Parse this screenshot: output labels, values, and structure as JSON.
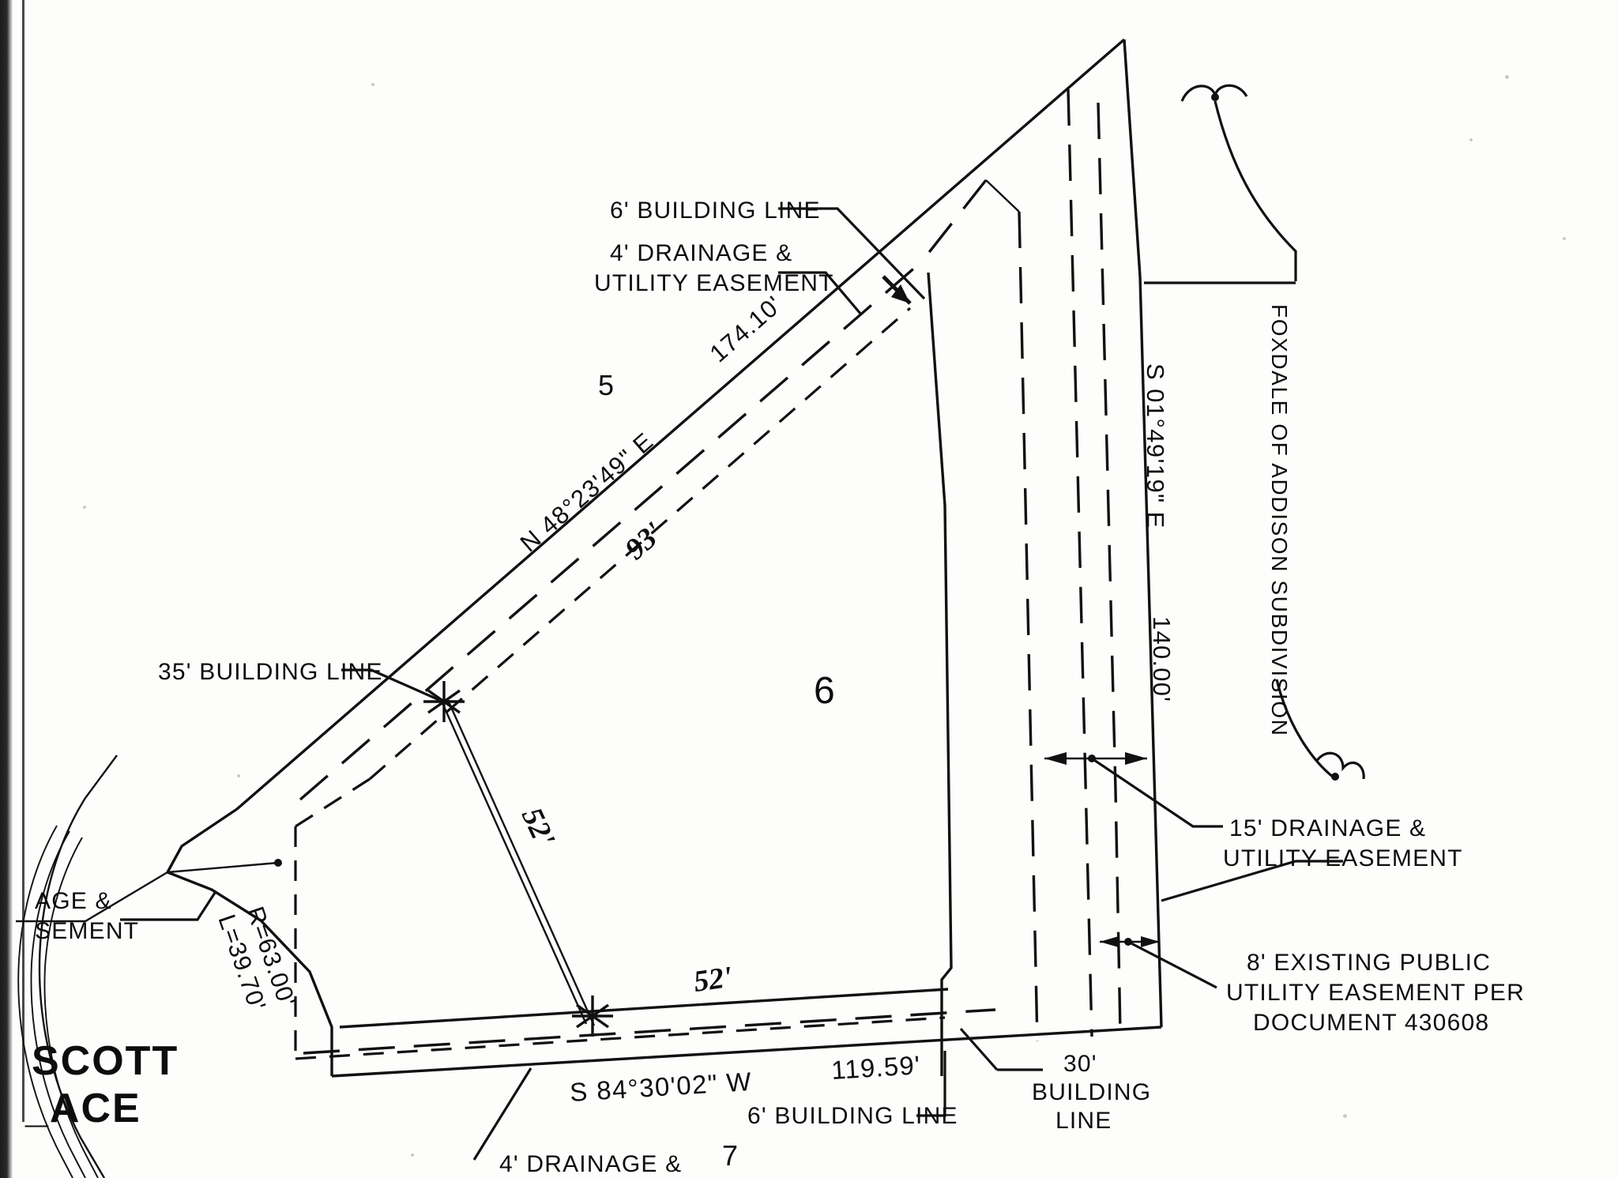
{
  "document": {
    "type": "plat-of-survey",
    "subject_lot": "6",
    "subdivision_name": "FOXDALE OF ADDISON SUBDIVISION"
  },
  "lot_numbers": {
    "north_lot": "5",
    "subject_lot": "6",
    "south_lot": "7"
  },
  "bearings": [
    {
      "id": "north-east-line",
      "bearing": "N 48°23'49\" E",
      "distance": "174.10'"
    },
    {
      "id": "east-line",
      "bearing": "S 01°49'19\" E",
      "distance": "140.00'"
    },
    {
      "id": "south-line",
      "bearing": "S 84°30'02\" W",
      "distance": "119.59'"
    }
  ],
  "curve": {
    "radius_label": "R=63.00'",
    "arc_label": "L=39.70'"
  },
  "street": {
    "name_line1": "SCOTT",
    "name_line2": "_ACE"
  },
  "annotations": {
    "building_line_6_top": "6' BUILDING LINE",
    "drainage_easement_4_top_line1": "4' DRAINAGE &",
    "drainage_easement_4_top_line2": "UTILITY EASEMENT",
    "building_line_35": "35' BUILDING LINE",
    "left_easement_line1": "AGE &",
    "left_easement_line2": "SEMENT",
    "drainage_easement_15_line1": "15' DRAINAGE &",
    "drainage_easement_15_line2": "UTILITY EASEMENT",
    "existing_pue_line1": "8' EXISTING PUBLIC",
    "existing_pue_line2": "UTILITY EASEMENT PER",
    "existing_pue_line3": "DOCUMENT 430608",
    "building_line_30_line1": "30'",
    "building_line_30_line2": "BUILDING",
    "building_line_30_line3": "LINE",
    "building_line_6_bottom": "6' BUILDING LINE",
    "drainage_easement_4_bottom": "4' DRAINAGE &",
    "subdivision_vertical": "FOXDALE OF ADDISON SUBDIVISION"
  },
  "handwritten": {
    "north_dim": "93'",
    "west_dim": "52'",
    "south_dim": "52'"
  },
  "colors": {
    "ink": "#111111",
    "paper": "#fdfdfc",
    "scan_edge": "#1b1b1b"
  }
}
